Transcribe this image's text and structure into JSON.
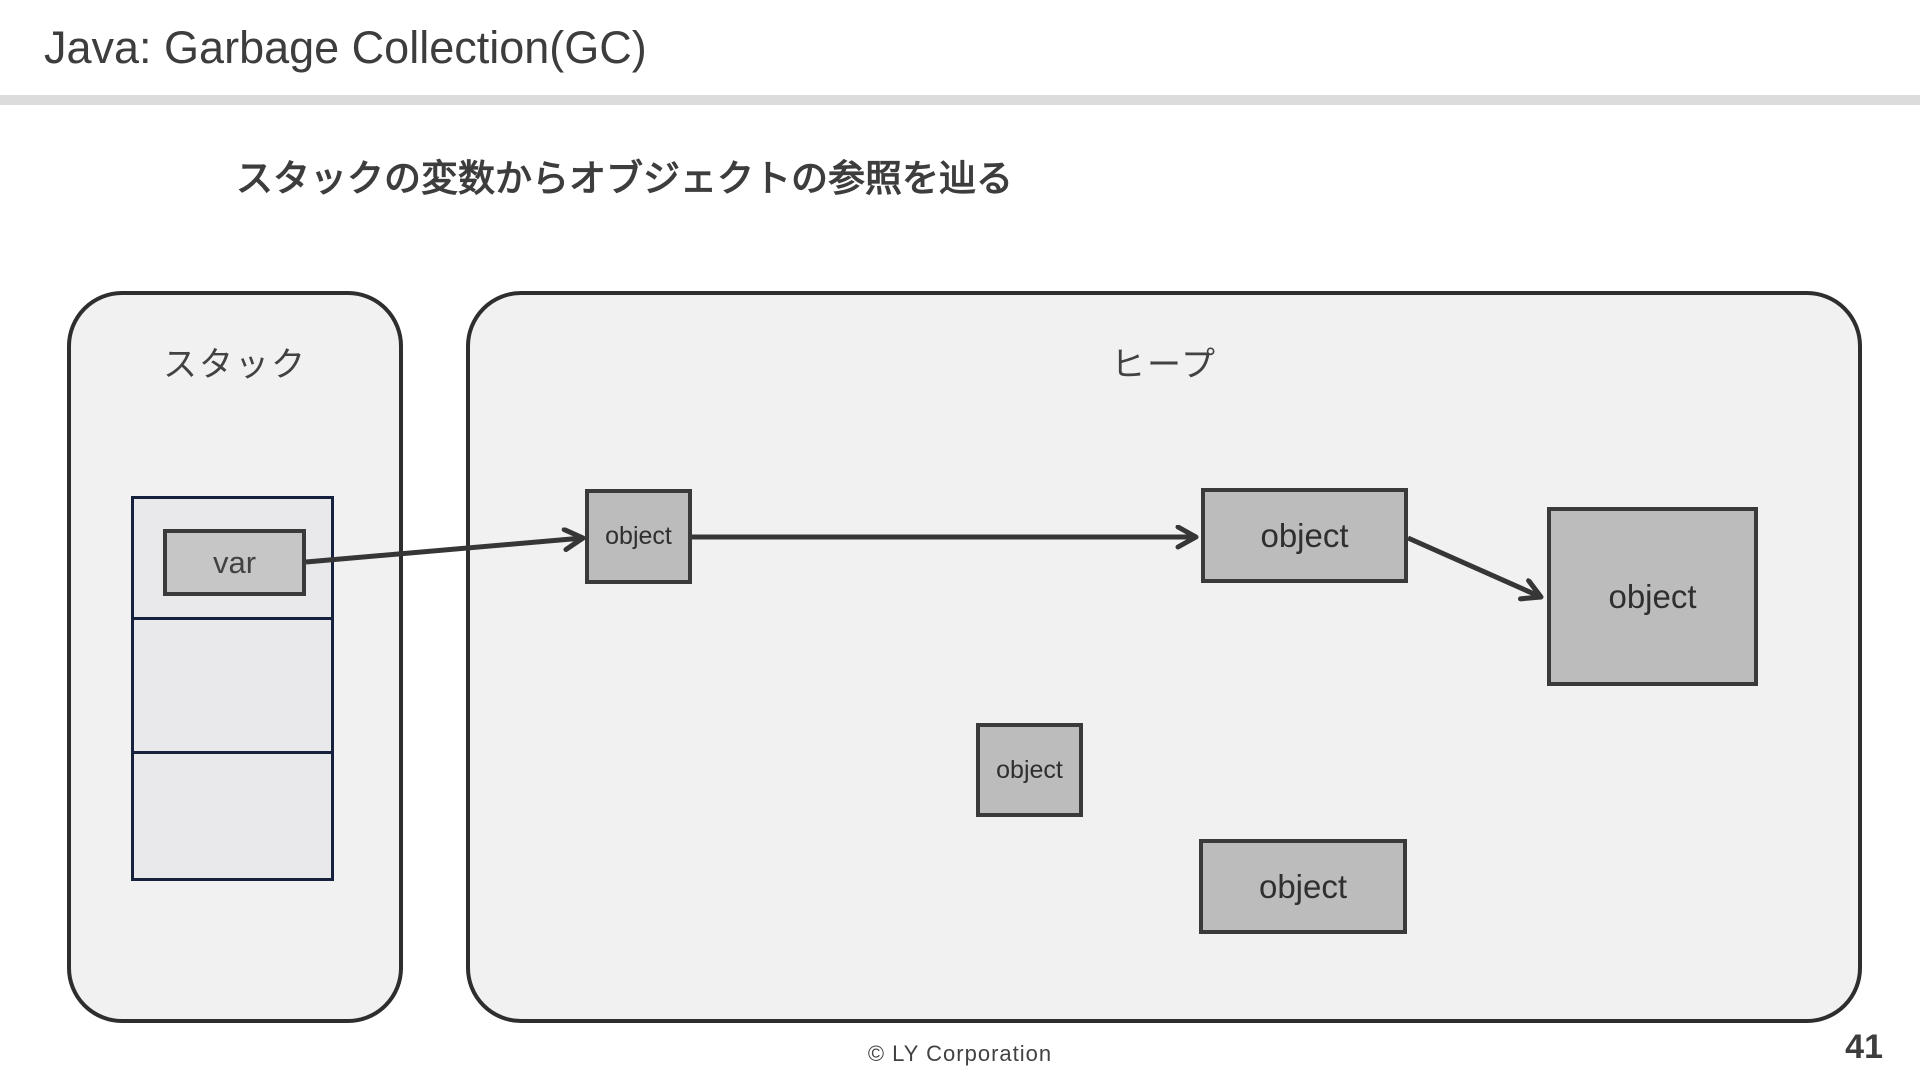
{
  "slide": {
    "title": "Java: Garbage Collection(GC)",
    "subtitle": "スタックの変数からオブジェクトの参照を辿る",
    "footer_copyright": "© LY Corporation",
    "page_number": "41"
  },
  "diagram": {
    "stack": {
      "label": "スタック",
      "variable": {
        "label": "var"
      },
      "empty_frames": 2
    },
    "heap": {
      "label": "ヒープ",
      "objects": [
        {
          "id": "object-1",
          "label": "object",
          "size": "small",
          "referenced_by": "var"
        },
        {
          "id": "object-2",
          "label": "object",
          "size": "medium",
          "referenced_by": "object-1"
        },
        {
          "id": "object-3",
          "label": "object",
          "size": "large",
          "referenced_by": "object-2"
        },
        {
          "id": "object-4",
          "label": "object",
          "size": "small",
          "referenced_by": null
        },
        {
          "id": "object-5",
          "label": "object",
          "size": "medium",
          "referenced_by": null
        }
      ]
    }
  },
  "colors": {
    "ink": "#3d3d3d",
    "ink-soft": "#424242",
    "obj-ink": "#2f2f2f",
    "divider": "#dcdcdc",
    "region-fill": "#f1f1f2",
    "region-border": "#2e2e2e",
    "cell-fill": "#e9e9eb",
    "cell-border": "#16213e",
    "box-fill": "#bcbcbd",
    "var-fill": "#c6c6c6",
    "box-border": "#3a3a3a",
    "arrow": "#363636"
  }
}
